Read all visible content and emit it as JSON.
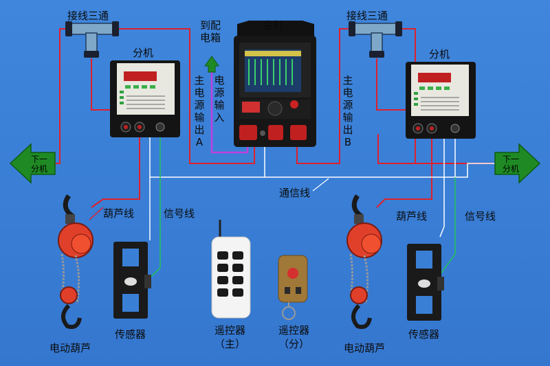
{
  "labels": {
    "tee_left": "接线三通",
    "tee_right": "接线三通",
    "slave_left": "分机",
    "slave_right": "分机",
    "master": "主机",
    "to_distribution_line1": "到配",
    "to_distribution_line2": "电箱",
    "power_out_a": "主电源输出A",
    "power_in": "电源输入",
    "power_out_b": "主电源输出B",
    "next_slave_left_line1": "下一",
    "next_slave_left_line2": "分机",
    "next_slave_right_line1": "下一",
    "next_slave_right_line2": "分机",
    "comm_line": "通信线",
    "hoist_line_left": "葫芦线",
    "signal_line_left": "信号线",
    "hoist_line_right": "葫芦线",
    "signal_line_right": "信号线",
    "hoist_left": "电动葫芦",
    "sensor_left": "传感器",
    "remote_main_line1": "遥控器",
    "remote_main_line2": "（主）",
    "remote_slave_line1": "遥控器",
    "remote_slave_line2": "（分）",
    "hoist_right": "电动葫芦",
    "sensor_right": "传感器"
  },
  "colors": {
    "background": "#3a7fd6",
    "power_line": "#e0202a",
    "comm_line": "#ffffff",
    "signal_line": "#22c35a",
    "power_in_line": "#c040e0",
    "arrow_green": "#1f8a24"
  }
}
